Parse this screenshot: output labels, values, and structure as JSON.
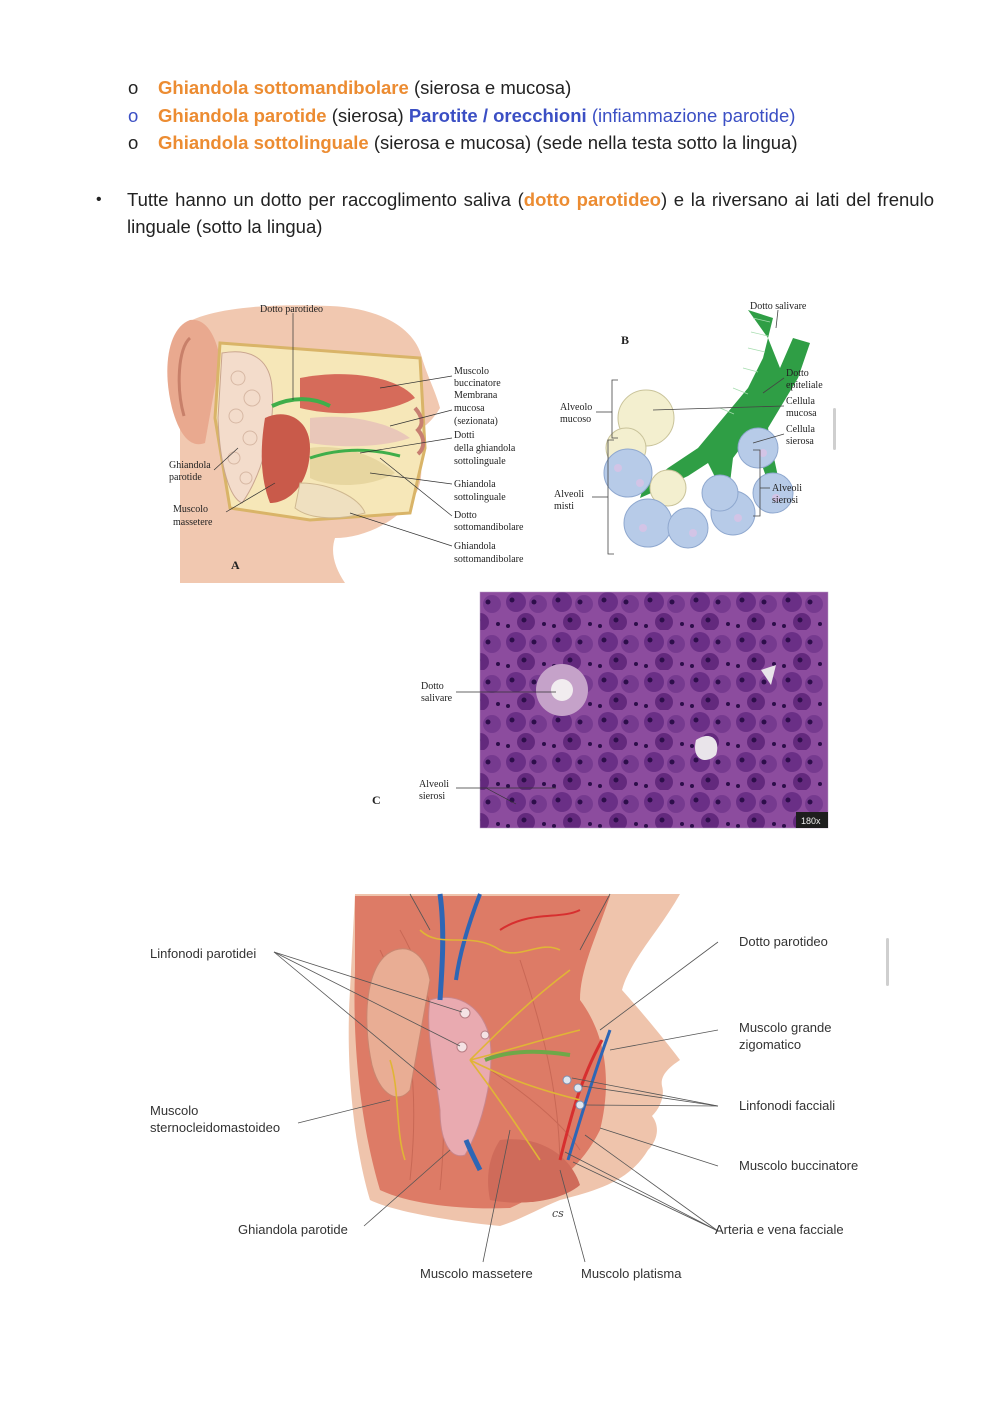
{
  "sublist": [
    {
      "marker": "o",
      "head": "Ghiandola sottomandibolare",
      "rest": " (sierosa e mucosa)"
    },
    {
      "marker": "o",
      "head": "Ghiandola parotide",
      "mid": " (sierosa) ",
      "bold_blue": "Parotite / orecchioni",
      "blue": " (infiammazione parotide)"
    },
    {
      "marker": "o",
      "head": "Ghiandola sottolinguale",
      "rest": " (sierosa e mucosa) (sede nella testa sotto la lingua)"
    }
  ],
  "bullet": {
    "marker": "•",
    "pre": "Tutte hanno un dotto per raccoglimento saliva (",
    "hl": "dotto parotideo",
    "post": ") e la riversano ai lati del frenulo linguale (sotto la lingua)"
  },
  "figA": {
    "letter": "A",
    "labels": {
      "dotto_parotideo": "Dotto parotideo",
      "buccinatore_1": "Muscolo",
      "buccinatore_2": "buccinatore",
      "membrana_1": "Membrana",
      "membrana_2": "mucosa",
      "membrana_3": "(sezionata)",
      "dotti_1": "Dotti",
      "dotti_2": "della ghiandola",
      "dotti_3": "sottolinguale",
      "ghsubl_1": "Ghiandola",
      "ghsubl_2": "sottolinguale",
      "dottosm_1": "Dotto",
      "dottosm_2": "sottomandibolare",
      "ghsm_1": "Ghiandola",
      "ghsm_2": "sottomandibolare",
      "ghpar_1": "Ghiandola",
      "ghpar_2": "parotide",
      "massetere_1": "Muscolo",
      "massetere_2": "massetere"
    }
  },
  "figB": {
    "letter": "B",
    "labels": {
      "dotto_salivare": "Dotto salivare",
      "dotto_epit_1": "Dotto",
      "dotto_epit_2": "epiteliale",
      "cell_muc_1": "Cellula",
      "cell_muc_2": "mucosa",
      "cell_sier_1": "Cellula",
      "cell_sier_2": "sierosa",
      "alv_sier_1": "Alveoli",
      "alv_sier_2": "sierosi",
      "alv_muc_1": "Alveolo",
      "alv_muc_2": "mucoso",
      "alv_misti_1": "Alveoli",
      "alv_misti_2": "misti"
    }
  },
  "figC": {
    "letter": "C",
    "magnification": "180x",
    "labels": {
      "dotto_1": "Dotto",
      "dotto_2": "salivare",
      "alv_1": "Alveoli",
      "alv_2": "sierosi"
    }
  },
  "figD": {
    "signature": "cs",
    "labels": {
      "linfonodi_parotidei": "Linfonodi parotidei",
      "dotto_parotideo": "Dotto parotideo",
      "grande_zig_1": "Muscolo grande",
      "grande_zig_2": "zigomatico",
      "linfonodi_facciali": "Linfonodi facciali",
      "scm_1": "Muscolo",
      "scm_2": "sternocleidomastoideo",
      "buccinatore": "Muscolo buccinatore",
      "ghiandola_parotide": "Ghiandola parotide",
      "arteria_vena": "Arteria e vena facciale",
      "massetere": "Muscolo massetere",
      "platisma": "Muscolo platisma"
    }
  }
}
